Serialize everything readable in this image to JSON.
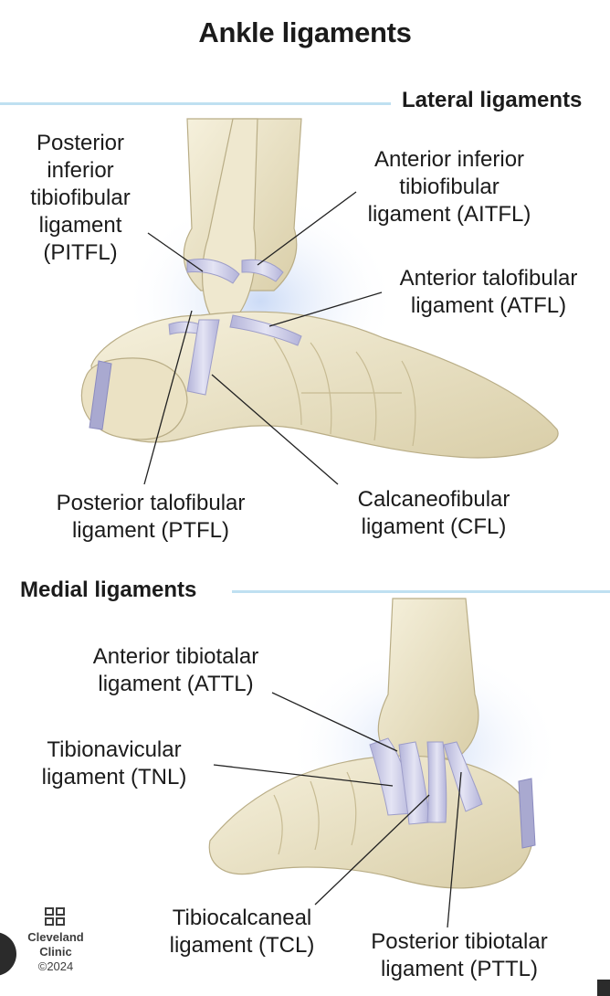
{
  "title": "Ankle ligaments",
  "lateral": {
    "heading": "Lateral ligaments",
    "labels": {
      "pitfl": [
        "Posterior",
        "inferior",
        "tibiofibular",
        "ligament",
        "(PITFL)"
      ],
      "aitfl": [
        "Anterior inferior",
        "tibiofibular",
        "ligament (AITFL)"
      ],
      "atfl": [
        "Anterior talofibular",
        "ligament (ATFL)"
      ],
      "ptfl": [
        "Posterior talofibular",
        "ligament (PTFL)"
      ],
      "cfl": [
        "Calcaneofibular",
        "ligament (CFL)"
      ]
    }
  },
  "medial": {
    "heading": "Medial ligaments",
    "labels": {
      "attl": [
        "Anterior tibiotalar",
        "ligament (ATTL)"
      ],
      "tnl": [
        "Tibionavicular",
        "ligament (TNL)"
      ],
      "tcl": [
        "Tibiocalcaneal",
        "ligament (TCL)"
      ],
      "pttl": [
        "Posterior tibiotalar",
        "ligament (PTTL)"
      ]
    }
  },
  "logo": {
    "line1": "Cleveland",
    "line2": "Clinic",
    "copyright": "©2024"
  },
  "colors": {
    "bone": "#ece4c9",
    "bone_shade": "#cfc39c",
    "ligament": "#c9c9e6",
    "rule": "#bfe0f1",
    "glow": "#d7e4fa"
  }
}
